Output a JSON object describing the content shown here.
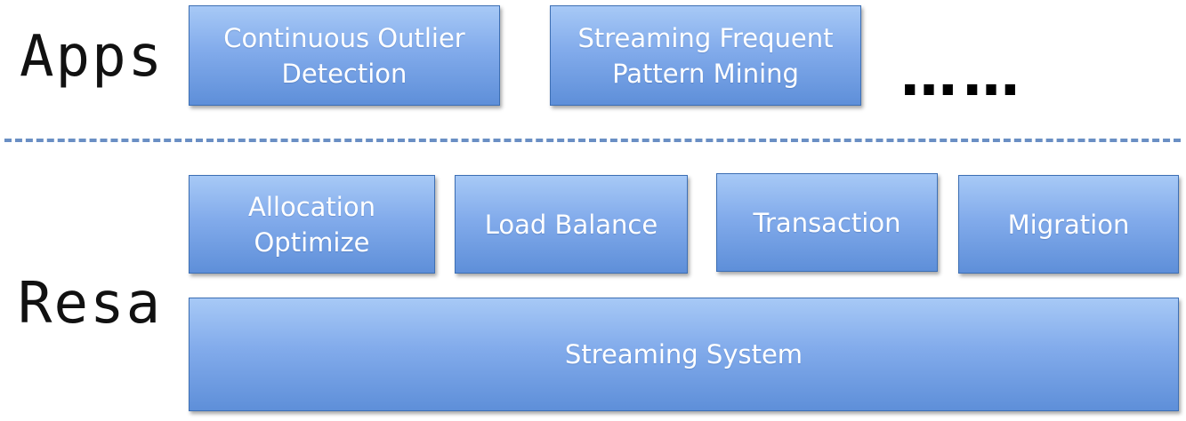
{
  "layers": {
    "apps_label": "Apps",
    "resa_label": "Resa"
  },
  "apps": {
    "items": [
      "Continuous Outlier\nDetection",
      "Streaming Frequent\nPattern Mining"
    ],
    "ellipsis": "……"
  },
  "resa": {
    "modules": [
      "Allocation\nOptimize",
      "Load Balance",
      "Transaction",
      "Migration"
    ],
    "base": "Streaming System"
  },
  "colors": {
    "box_top": "#a7c9f6",
    "box_bottom": "#5e8fd9",
    "box_border": "#3d6fb4",
    "divider": "#6a8fc4"
  }
}
